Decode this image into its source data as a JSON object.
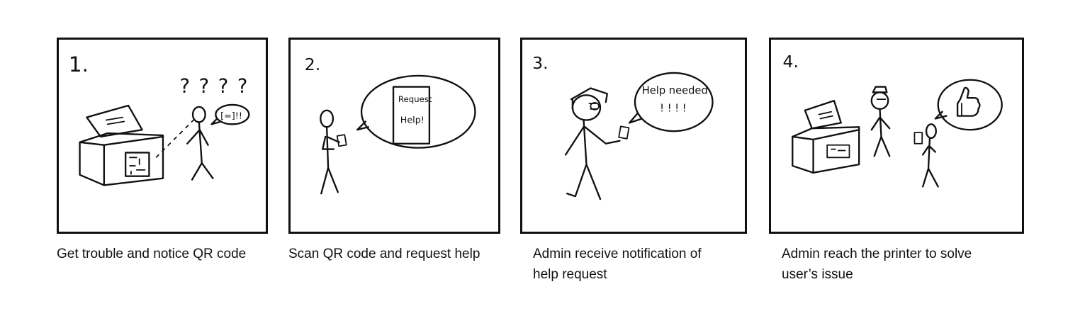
{
  "panels": [
    {
      "number": "1.",
      "caption": "Get trouble and notice QR code",
      "question_marks": "? ? ? ?",
      "thought_text": "[=]!!"
    },
    {
      "number": "2.",
      "caption": "Scan QR code and request help",
      "phone_text_line1": "Request",
      "phone_text_line2": "Help!"
    },
    {
      "number": "3.",
      "caption_line1": "Admin receive notification of",
      "caption_line2": "help request",
      "bubble_line1": "Help needed",
      "bubble_line2": "! ! ! !"
    },
    {
      "number": "4.",
      "caption_line1": "Admin reach the printer to solve",
      "caption_line2": "user’s issue"
    }
  ]
}
